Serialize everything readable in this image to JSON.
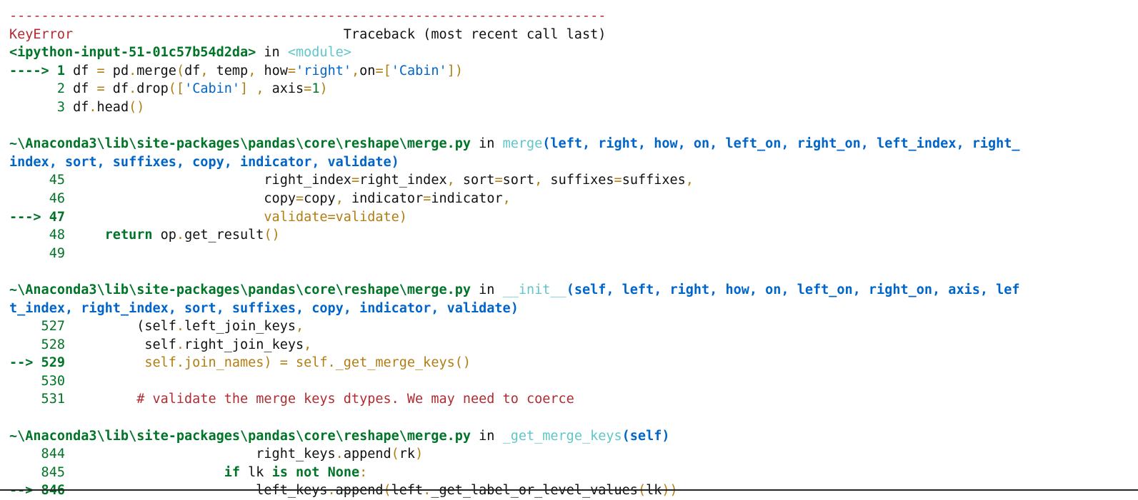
{
  "lines": [
    [
      {
        "t": "---------------------------------------------------------------------------",
        "c": "red"
      }
    ],
    [
      {
        "t": "KeyError",
        "c": "red"
      },
      {
        "t": "                                  Traceback (most recent call last)",
        "c": "plain"
      }
    ],
    [
      {
        "t": "<ipython-input-51-01c57b54d2da>",
        "c": "green bold"
      },
      {
        "t": " in ",
        "c": "plain"
      },
      {
        "t": "<module>",
        "c": "teal"
      }
    ],
    [
      {
        "t": "----> 1",
        "c": "green bold"
      },
      {
        "t": " df ",
        "c": "plain"
      },
      {
        "t": "=",
        "c": "gold"
      },
      {
        "t": " pd",
        "c": "plain"
      },
      {
        "t": ".",
        "c": "gold"
      },
      {
        "t": "merge",
        "c": "plain"
      },
      {
        "t": "(",
        "c": "gold"
      },
      {
        "t": "df",
        "c": "plain"
      },
      {
        "t": ",",
        "c": "gold"
      },
      {
        "t": " temp",
        "c": "plain"
      },
      {
        "t": ",",
        "c": "gold"
      },
      {
        "t": " how",
        "c": "plain"
      },
      {
        "t": "=",
        "c": "gold"
      },
      {
        "t": "'right'",
        "c": "strblue"
      },
      {
        "t": ",",
        "c": "gold"
      },
      {
        "t": "on",
        "c": "plain"
      },
      {
        "t": "=[",
        "c": "gold"
      },
      {
        "t": "'Cabin'",
        "c": "strblue"
      },
      {
        "t": "])",
        "c": "gold"
      }
    ],
    [
      {
        "t": "      2",
        "c": "green"
      },
      {
        "t": " df ",
        "c": "plain"
      },
      {
        "t": "=",
        "c": "gold"
      },
      {
        "t": " df",
        "c": "plain"
      },
      {
        "t": ".",
        "c": "gold"
      },
      {
        "t": "drop",
        "c": "plain"
      },
      {
        "t": "([",
        "c": "gold"
      },
      {
        "t": "'Cabin'",
        "c": "strblue"
      },
      {
        "t": "] , ",
        "c": "gold"
      },
      {
        "t": "axis",
        "c": "plain"
      },
      {
        "t": "=",
        "c": "gold"
      },
      {
        "t": "1",
        "c": "numg"
      },
      {
        "t": ")",
        "c": "gold"
      }
    ],
    [
      {
        "t": "      3",
        "c": "green"
      },
      {
        "t": " df",
        "c": "plain"
      },
      {
        "t": ".",
        "c": "gold"
      },
      {
        "t": "head",
        "c": "plain"
      },
      {
        "t": "()",
        "c": "gold"
      }
    ],
    [
      {
        "t": "",
        "c": "plain"
      }
    ],
    [
      {
        "t": "~\\Anaconda3\\lib\\site-packages\\pandas\\core\\reshape\\merge.py",
        "c": "green bold"
      },
      {
        "t": " in ",
        "c": "plain"
      },
      {
        "t": "merge",
        "c": "teal"
      },
      {
        "t": "(left, right, how, on, left_on, right_on, left_index, right_",
        "c": "blue bold"
      }
    ],
    [
      {
        "t": "index, sort, suffixes, copy, indicator, validate)",
        "c": "blue bold"
      }
    ],
    [
      {
        "t": "     45",
        "c": "green"
      },
      {
        "t": "                         right_index",
        "c": "plain"
      },
      {
        "t": "=",
        "c": "gold"
      },
      {
        "t": "right_index",
        "c": "plain"
      },
      {
        "t": ",",
        "c": "gold"
      },
      {
        "t": " sort",
        "c": "plain"
      },
      {
        "t": "=",
        "c": "gold"
      },
      {
        "t": "sort",
        "c": "plain"
      },
      {
        "t": ",",
        "c": "gold"
      },
      {
        "t": " suffixes",
        "c": "plain"
      },
      {
        "t": "=",
        "c": "gold"
      },
      {
        "t": "suffixes",
        "c": "plain"
      },
      {
        "t": ",",
        "c": "gold"
      }
    ],
    [
      {
        "t": "     46",
        "c": "green"
      },
      {
        "t": "                         copy",
        "c": "plain"
      },
      {
        "t": "=",
        "c": "gold"
      },
      {
        "t": "copy",
        "c": "plain"
      },
      {
        "t": ",",
        "c": "gold"
      },
      {
        "t": " indicator",
        "c": "plain"
      },
      {
        "t": "=",
        "c": "gold"
      },
      {
        "t": "indicator",
        "c": "plain"
      },
      {
        "t": ",",
        "c": "gold"
      }
    ],
    [
      {
        "t": "---> 47",
        "c": "green bold"
      },
      {
        "t": "                         validate=validate)",
        "c": "gold"
      }
    ],
    [
      {
        "t": "     48",
        "c": "green"
      },
      {
        "t": "     ",
        "c": "plain"
      },
      {
        "t": "return",
        "c": "green bold"
      },
      {
        "t": " op",
        "c": "plain"
      },
      {
        "t": ".",
        "c": "gold"
      },
      {
        "t": "get_result",
        "c": "plain"
      },
      {
        "t": "()",
        "c": "gold"
      }
    ],
    [
      {
        "t": "     49",
        "c": "green"
      }
    ],
    [
      {
        "t": "",
        "c": "plain"
      }
    ],
    [
      {
        "t": "~\\Anaconda3\\lib\\site-packages\\pandas\\core\\reshape\\merge.py",
        "c": "green bold"
      },
      {
        "t": " in ",
        "c": "plain"
      },
      {
        "t": "__init__",
        "c": "teal"
      },
      {
        "t": "(self, left, right, how, on, left_on, right_on, axis, lef",
        "c": "blue bold"
      }
    ],
    [
      {
        "t": "t_index, right_index, sort, suffixes, copy, indicator, validate)",
        "c": "blue bold"
      }
    ],
    [
      {
        "t": "    527",
        "c": "green"
      },
      {
        "t": "         (self",
        "c": "plain"
      },
      {
        "t": ".",
        "c": "gold"
      },
      {
        "t": "left_join_keys",
        "c": "plain"
      },
      {
        "t": ",",
        "c": "gold"
      }
    ],
    [
      {
        "t": "    528",
        "c": "green"
      },
      {
        "t": "          self",
        "c": "plain"
      },
      {
        "t": ".",
        "c": "gold"
      },
      {
        "t": "right_join_keys",
        "c": "plain"
      },
      {
        "t": ",",
        "c": "gold"
      }
    ],
    [
      {
        "t": "--> 529",
        "c": "green bold"
      },
      {
        "t": "          self.join_names) = self._get_merge_keys()",
        "c": "gold"
      }
    ],
    [
      {
        "t": "    530",
        "c": "green"
      }
    ],
    [
      {
        "t": "    531",
        "c": "green"
      },
      {
        "t": "         # validate the merge keys dtypes. We may need to coerce",
        "c": "red"
      }
    ],
    [
      {
        "t": "",
        "c": "plain"
      }
    ],
    [
      {
        "t": "~\\Anaconda3\\lib\\site-packages\\pandas\\core\\reshape\\merge.py",
        "c": "green bold"
      },
      {
        "t": " in ",
        "c": "plain"
      },
      {
        "t": "_get_merge_keys",
        "c": "teal"
      },
      {
        "t": "(self)",
        "c": "blue bold"
      }
    ],
    [
      {
        "t": "    844",
        "c": "green"
      },
      {
        "t": "                        right_keys",
        "c": "plain"
      },
      {
        "t": ".",
        "c": "gold"
      },
      {
        "t": "append",
        "c": "plain"
      },
      {
        "t": "(",
        "c": "gold"
      },
      {
        "t": "rk",
        "c": "plain"
      },
      {
        "t": ")",
        "c": "gold"
      }
    ],
    [
      {
        "t": "    845",
        "c": "green"
      },
      {
        "t": "                    ",
        "c": "plain"
      },
      {
        "t": "if",
        "c": "green bold"
      },
      {
        "t": " lk ",
        "c": "plain"
      },
      {
        "t": "is",
        "c": "green bold"
      },
      {
        "t": " ",
        "c": "plain"
      },
      {
        "t": "not",
        "c": "green bold"
      },
      {
        "t": " ",
        "c": "plain"
      },
      {
        "t": "None",
        "c": "green bold"
      },
      {
        "t": ":",
        "c": "gold"
      }
    ],
    [
      {
        "t": "--> 846",
        "c": "green bold"
      },
      {
        "t": "                        left_keys",
        "c": "plain"
      },
      {
        "t": ".",
        "c": "gold"
      },
      {
        "t": "append",
        "c": "plain"
      },
      {
        "t": "(",
        "c": "gold"
      },
      {
        "t": "left",
        "c": "plain"
      },
      {
        "t": ".",
        "c": "gold"
      },
      {
        "t": "_get_label_or_level_values",
        "c": "plain"
      },
      {
        "t": "(",
        "c": "gold"
      },
      {
        "t": "lk",
        "c": "plain"
      },
      {
        "t": "))",
        "c": "gold"
      }
    ]
  ],
  "colors": {
    "error_red": "#b22b31",
    "green": "#007427",
    "teal": "#60c6c8",
    "blue": "#0065ca",
    "gold": "#b27d12",
    "text": "#111111",
    "background": "#ffffff"
  }
}
